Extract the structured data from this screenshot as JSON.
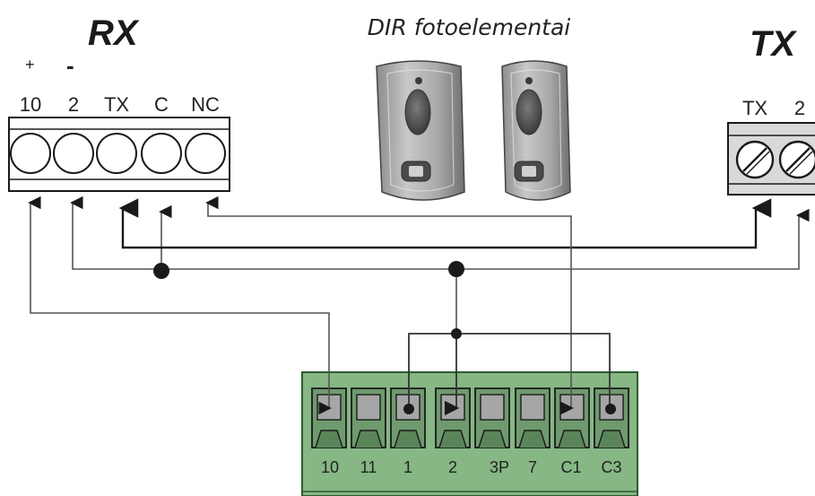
{
  "rx": {
    "title": "RX",
    "plus_sign": "+",
    "minus_sign": "-",
    "terminals": [
      "10",
      "2",
      "TX",
      "C",
      "NC"
    ]
  },
  "tx": {
    "title": "TX",
    "terminals": [
      "TX",
      "2"
    ]
  },
  "photocells_caption": "DIR fotoelementai",
  "board": {
    "terminals": [
      "10",
      "11",
      "1",
      "2",
      "3P",
      "7",
      "C1",
      "C3"
    ],
    "color": "#86b785"
  }
}
